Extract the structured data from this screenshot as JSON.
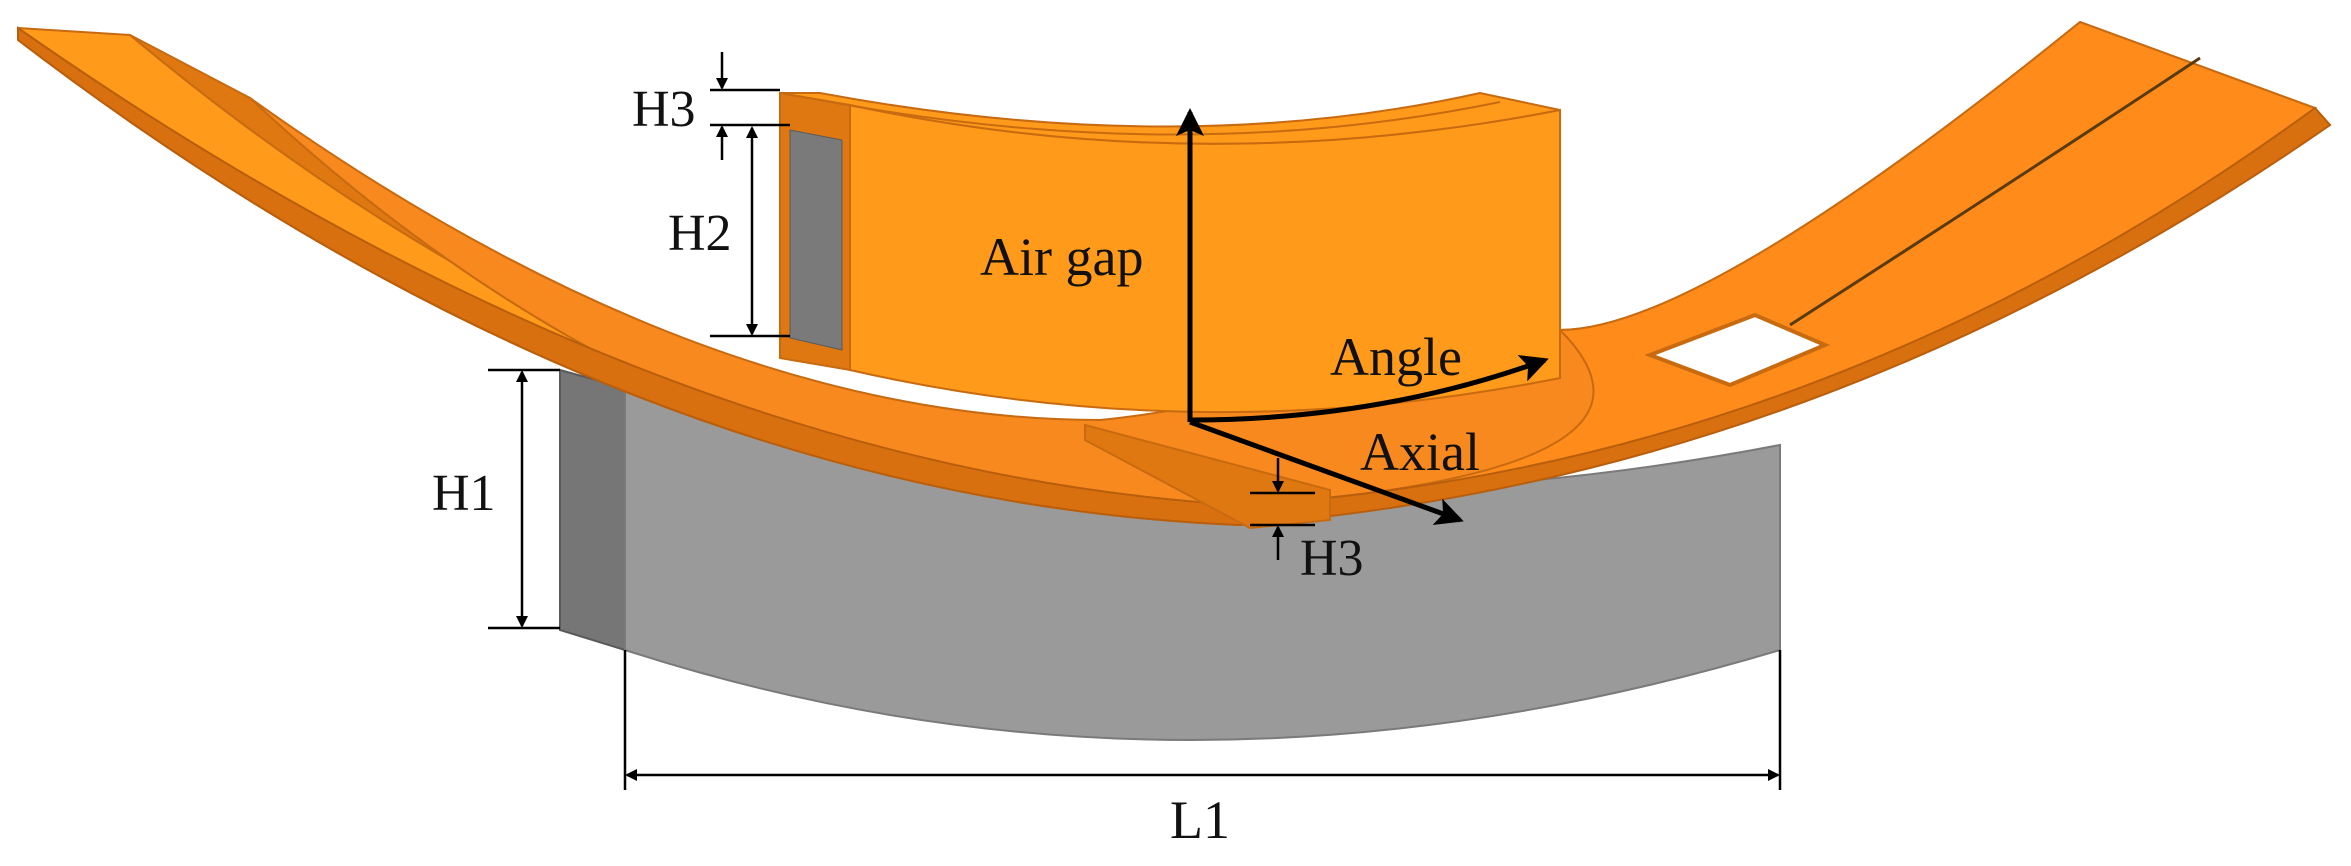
{
  "labels": {
    "h3_top": "H3",
    "h2": "H2",
    "air_gap": "Air gap",
    "angle": "Angle",
    "h1": "H1",
    "axial": "Axial",
    "h3_bottom": "H3",
    "l1": "L1"
  },
  "colors": {
    "orange_light": "#FF9A1A",
    "orange_mid": "#F7891F",
    "orange_dark": "#D9700F",
    "gray_face": "#9A9A9A",
    "gray_side": "#767676",
    "line": "#000000"
  }
}
